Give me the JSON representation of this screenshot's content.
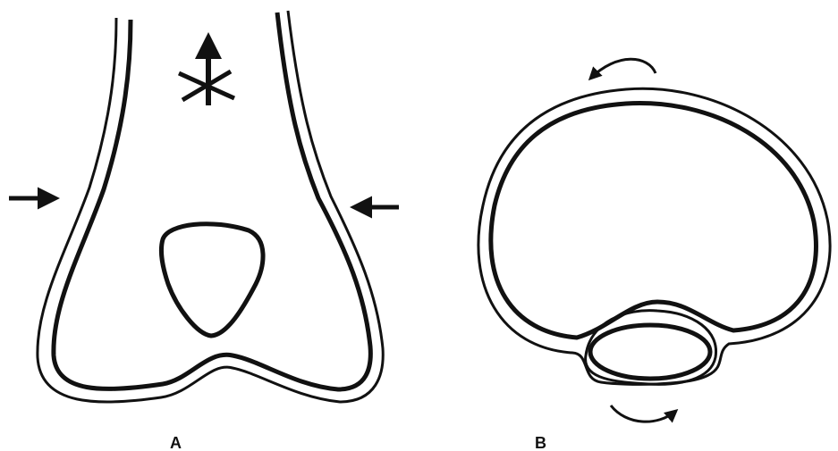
{
  "figure": {
    "panels": [
      {
        "id": "A",
        "label": "A"
      },
      {
        "id": "B",
        "label": "B"
      }
    ],
    "colors": {
      "ink": "#111111",
      "background": "#ffffff"
    }
  }
}
